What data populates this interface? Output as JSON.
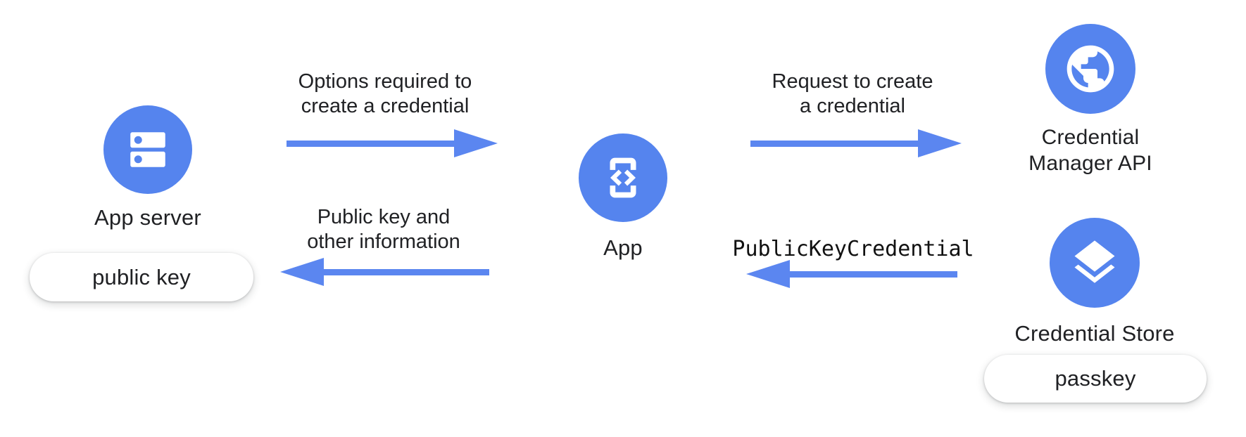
{
  "diagram": {
    "colors": {
      "accent_blue": "#5584ee",
      "arrow_blue": "#5b86f0",
      "text_color": "#202124",
      "background": "#ffffff",
      "badge_bg": "#ffffff"
    },
    "nodes": {
      "app_server": {
        "label": "App server",
        "icon": "server-icon",
        "badge": "public key"
      },
      "app": {
        "label": "App",
        "icon": "phone-code-icon"
      },
      "credential_manager_api": {
        "label_line1": "Credential",
        "label_line2": "Manager API",
        "icon": "globe-icon"
      },
      "credential_store": {
        "label": "Credential Store",
        "icon": "layers-icon",
        "badge": "passkey"
      }
    },
    "flows": {
      "options": {
        "direction": "right",
        "label_line1": "Options required to",
        "label_line2": "create a credential"
      },
      "public_key_return": {
        "direction": "left",
        "label_line1": "Public key and",
        "label_line2": "other information"
      },
      "request_create": {
        "direction": "right",
        "label_line1": "Request to create",
        "label_line2": "a credential"
      },
      "public_key_credential": {
        "direction": "left",
        "label": "PublicKeyCredential"
      }
    }
  }
}
